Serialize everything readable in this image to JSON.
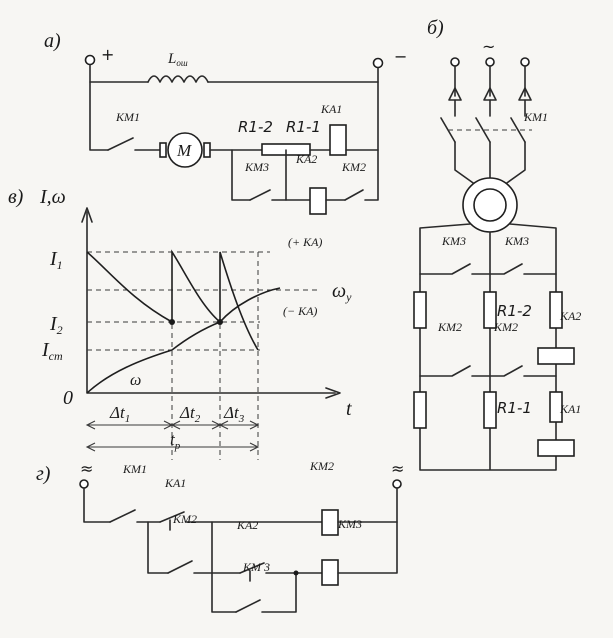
{
  "sections": {
    "a": "а)",
    "b": "б)",
    "v": "в)",
    "g": "г)"
  },
  "circuit_a": {
    "plus": "+",
    "minus": "−",
    "inductor": "L",
    "inductor_sub": "ош",
    "motor": "M",
    "km1": "КМ1",
    "r12": "R1-2",
    "r11": "R1-1",
    "ka1": "КА1",
    "km3": "КМ3",
    "ka2": "КА2",
    "km2": "КМ2"
  },
  "circuit_b": {
    "ac": "~",
    "km1": "КМ1",
    "km3_left": "КМ3",
    "km3_right": "КМ3",
    "km2_left": "КМ2",
    "km2_mid": "КМ2",
    "r12": "R1-2",
    "ka2": "КА2",
    "r11": "R1-1",
    "ka1": "КА1"
  },
  "graph": {
    "yaxis": "I,ω",
    "xaxis": "t",
    "i1": "I",
    "i1_sub": "1",
    "i2": "I",
    "i2_sub": "2",
    "ist": "I",
    "ist_sub": "ст",
    "zero": "0",
    "omega_y": "ω",
    "omega_y_sub": "у",
    "omega": "ω",
    "plus_ka": "(+ КА)",
    "minus_ka": "(− КА)",
    "dt1": "Δt",
    "dt1_sub": "1",
    "dt2": "Δt",
    "dt2_sub": "2",
    "dt3": "Δt",
    "dt3_sub": "3",
    "tp": "t",
    "tp_sub": "р"
  },
  "circuit_g": {
    "ac_left": "≈",
    "ac_right": "≈",
    "km1": "КМ1",
    "ka1": "КА1",
    "km2_top": "КМ2",
    "km2_contact": "КМ2",
    "ka2": "КА2",
    "km3_coil": "КМ3",
    "km3_contact": "КМ 3"
  }
}
